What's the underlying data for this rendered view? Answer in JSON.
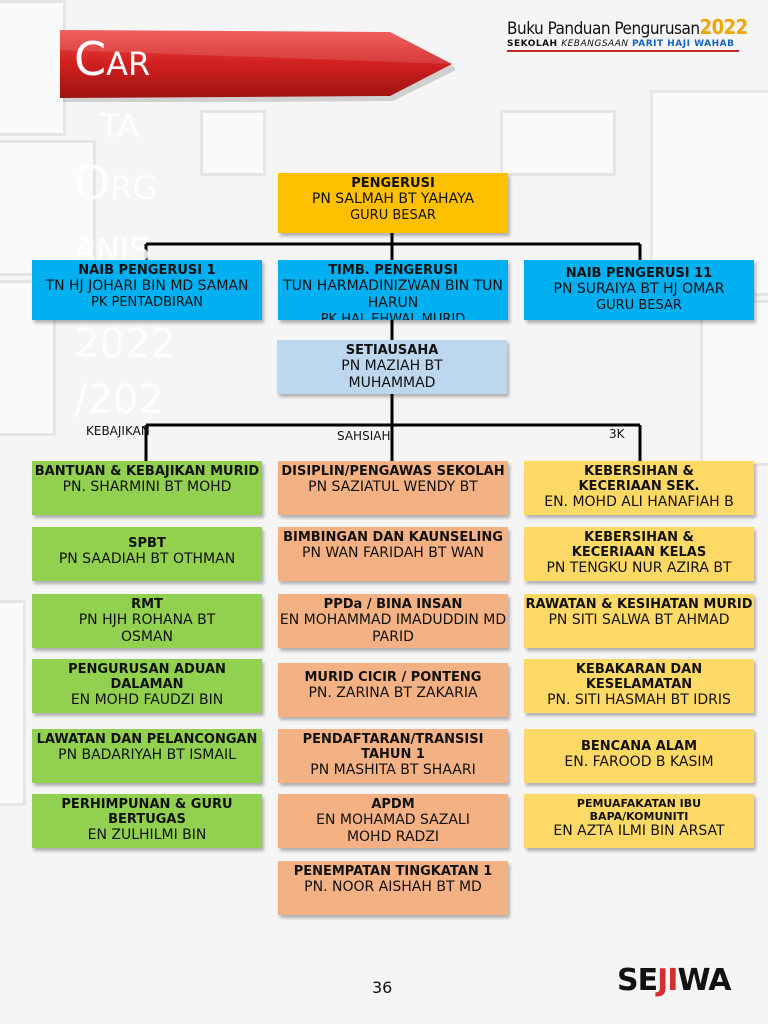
{
  "header": {
    "title_main": "Buku Panduan Pengurusan",
    "title_year": "2022",
    "subtitle_a": "SEKOLAH ",
    "subtitle_b": "KEBANGSAAN ",
    "subtitle_c": "PARIT HAJI WAHAB"
  },
  "banner": {
    "lines": [
      "Car",
      "ta",
      "Org",
      "anis",
      "2022",
      "/202"
    ]
  },
  "chart": {
    "chair": {
      "role": "PENGERUSI",
      "name": "PN SALMAH BT YAHAYA",
      "post": "GURU BESAR"
    },
    "vice_left": {
      "role": "NAIB PENGERUSI 1",
      "name": "TN HJ JOHARI BIN MD SAMAN",
      "post": "PK PENTADBIRAN"
    },
    "vice_mid": {
      "role": "TIMB. PENGERUSI",
      "name": "TUN HARMADINIZWAN BIN TUN HARUN",
      "post": "PK HAL EHWAL MURID"
    },
    "vice_right": {
      "role": "NAIB PENGERUSI 11",
      "name": "PN SURAIYA BT HJ OMAR",
      "post": "GURU BESAR"
    },
    "secretary": {
      "role": "SETIAUSAHA",
      "name": "PN MAZIAH BT MUHAMMAD"
    },
    "column_labels": [
      "KEBAJIKAN",
      "SAHSIAH",
      "3K"
    ],
    "kebajikan": [
      {
        "role": "BANTUAN & KEBAJIKAN MURID",
        "name": "PN. SHARMINI BT MOHD"
      },
      {
        "role": "SPBT",
        "name": "PN SAADIAH BT OTHMAN"
      },
      {
        "role": "RMT",
        "name": "PN HJH ROHANA BT OSMAN"
      },
      {
        "role": "PENGURUSAN ADUAN DALAMAN",
        "name": "EN MOHD FAUDZI BIN"
      },
      {
        "role": "LAWATAN DAN PELANCONGAN",
        "name": "PN BADARIYAH BT ISMAIL"
      },
      {
        "role": "PERHIMPUNAN & GURU BERTUGAS",
        "name": "EN ZULHILMI BIN"
      }
    ],
    "sahsiah": [
      {
        "role": "DISIPLIN/PENGAWAS SEKOLAH",
        "name": "PN SAZIATUL WENDY BT"
      },
      {
        "role": "BIMBINGAN DAN KAUNSELING",
        "name": "PN WAN FARIDAH BT WAN"
      },
      {
        "role": "PPDa / BINA INSAN",
        "name": "EN MOHAMMAD IMADUDDIN MD PARID"
      },
      {
        "role": "MURID CICIR / PONTENG",
        "name": "PN. ZARINA BT ZAKARIA"
      },
      {
        "role": "PENDAFTARAN/TRANSISI TAHUN 1",
        "name": "PN MASHITA BT SHAARI"
      },
      {
        "role": "APDM",
        "name": "EN MOHAMAD SAZALI MOHD RADZI"
      },
      {
        "role": "PENEMPATAN TINGKATAN 1",
        "name": "PN. NOOR AISHAH BT MD"
      }
    ],
    "tigak": [
      {
        "role": "KEBERSIHAN & KECERIAAN SEK.",
        "name": "EN. MOHD ALI HANAFIAH B"
      },
      {
        "role": "KEBERSIHAN & KECERIAAN KELAS",
        "name": "PN TENGKU NUR AZIRA BT"
      },
      {
        "role": "RAWATAN & KESIHATAN MURID",
        "name": "PN SITI SALWA BT AHMAD"
      },
      {
        "role": "KEBAKARAN DAN KESELAMATAN",
        "name": "PN. SITI HASMAH BT IDRIS"
      },
      {
        "role": "BENCANA ALAM",
        "name": "EN. FAROOD B KASIM"
      },
      {
        "role": "PEMUAFAKATAN IBU BAPA/KOMUNITI",
        "name": "EN AZTA ILMI BIN ARSAT"
      }
    ]
  },
  "footer": {
    "page_number": "36",
    "logo_a": "SE",
    "logo_b": "J",
    "logo_c": "I",
    "logo_d": "WA"
  },
  "colors": {
    "chair": "#ffc000",
    "vice": "#00b0f0",
    "secretary": "#bdd7ee",
    "kebajikan": "#92d050",
    "sahsiah": "#f4b183",
    "tigak": "#ffd966",
    "ribbon": "#d32f2f"
  }
}
